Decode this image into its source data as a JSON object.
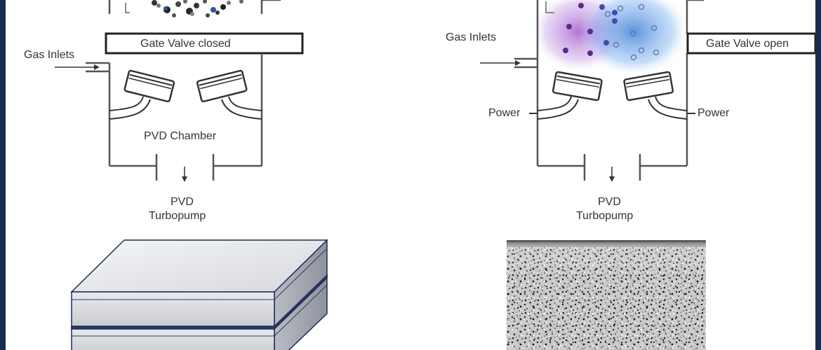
{
  "left_diagram": {
    "gas_inlets": "Gas Inlets",
    "gate_valve": "Gate Valve closed",
    "chamber": "PVD Chamber",
    "pump_line1": "PVD",
    "pump_line2": "Turbopump"
  },
  "right_diagram": {
    "gas_inlets": "Gas Inlets",
    "gate_valve": "Gate Valve open",
    "power_left": "Power",
    "power_right": "Power",
    "pump_line1": "PVD",
    "pump_line2": "Turbopump"
  },
  "colors": {
    "outline": "#555555",
    "stack_edge": "#1e2d55",
    "plasma_purple": "#9a5cc8",
    "plasma_blue": "#4a8fd8",
    "particle": "#5a2a8c"
  }
}
